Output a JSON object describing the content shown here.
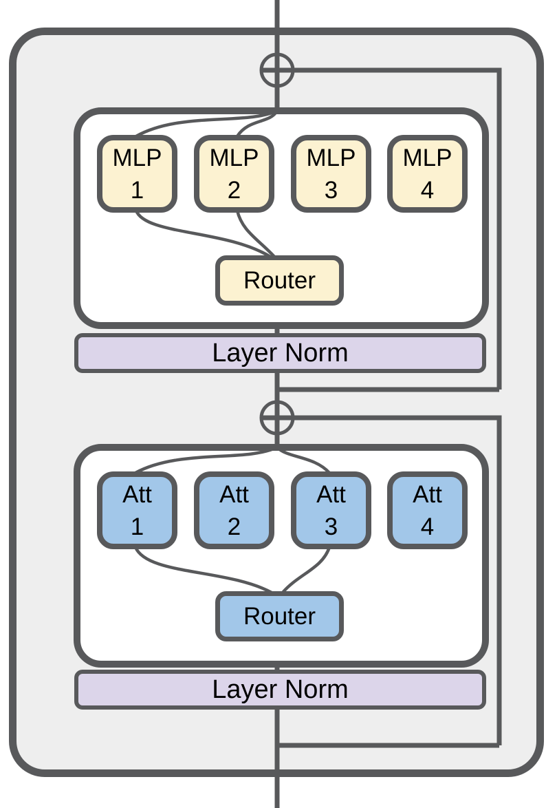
{
  "diagram": {
    "kind": "moe-transformer-block",
    "colors": {
      "line": "#58595b",
      "block_fill": "#eeeeee",
      "container_fill": "#ffffff",
      "mlp_fill": "#fcf2d1",
      "att_fill": "#a2c7e9",
      "layernorm_fill": "#dcd5ea",
      "text": "#000000"
    },
    "icons": {
      "residual_add": "⊕"
    },
    "mlp_moe": {
      "experts": [
        {
          "line1": "MLP",
          "line2": "1"
        },
        {
          "line1": "MLP",
          "line2": "2"
        },
        {
          "line1": "MLP",
          "line2": "3"
        },
        {
          "line1": "MLP",
          "line2": "4"
        }
      ],
      "router_label": "Router",
      "layer_norm_label": "Layer Norm"
    },
    "att_moe": {
      "experts": [
        {
          "line1": "Att",
          "line2": "1"
        },
        {
          "line1": "Att",
          "line2": "2"
        },
        {
          "line1": "Att",
          "line2": "3"
        },
        {
          "line1": "Att",
          "line2": "4"
        }
      ],
      "router_label": "Router",
      "layer_norm_label": "Layer Norm"
    }
  }
}
